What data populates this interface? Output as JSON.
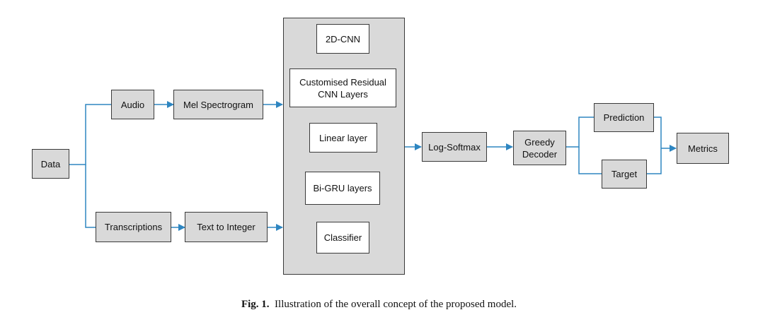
{
  "nodes": {
    "data": "Data",
    "audio": "Audio",
    "mel": "Mel Spectrogram",
    "transcriptions": "Transcriptions",
    "text_to_integer": "Text to Integer",
    "cnn2d": "2D-CNN",
    "residual": "Customised Residual\nCNN Layers",
    "linear": "Linear layer",
    "bigru": "Bi-GRU layers",
    "classifier": "Classifier",
    "logsoftmax": "Log-Softmax",
    "greedy": "Greedy\nDecoder",
    "prediction": "Prediction",
    "target": "Target",
    "metrics": "Metrics"
  },
  "caption": {
    "label": "Fig. 1.",
    "text": "Illustration of the overall concept of the proposed model."
  },
  "colors": {
    "arrow": "#2e86c1",
    "box_fill": "#d9d9d9",
    "border": "#3a3a3a"
  }
}
